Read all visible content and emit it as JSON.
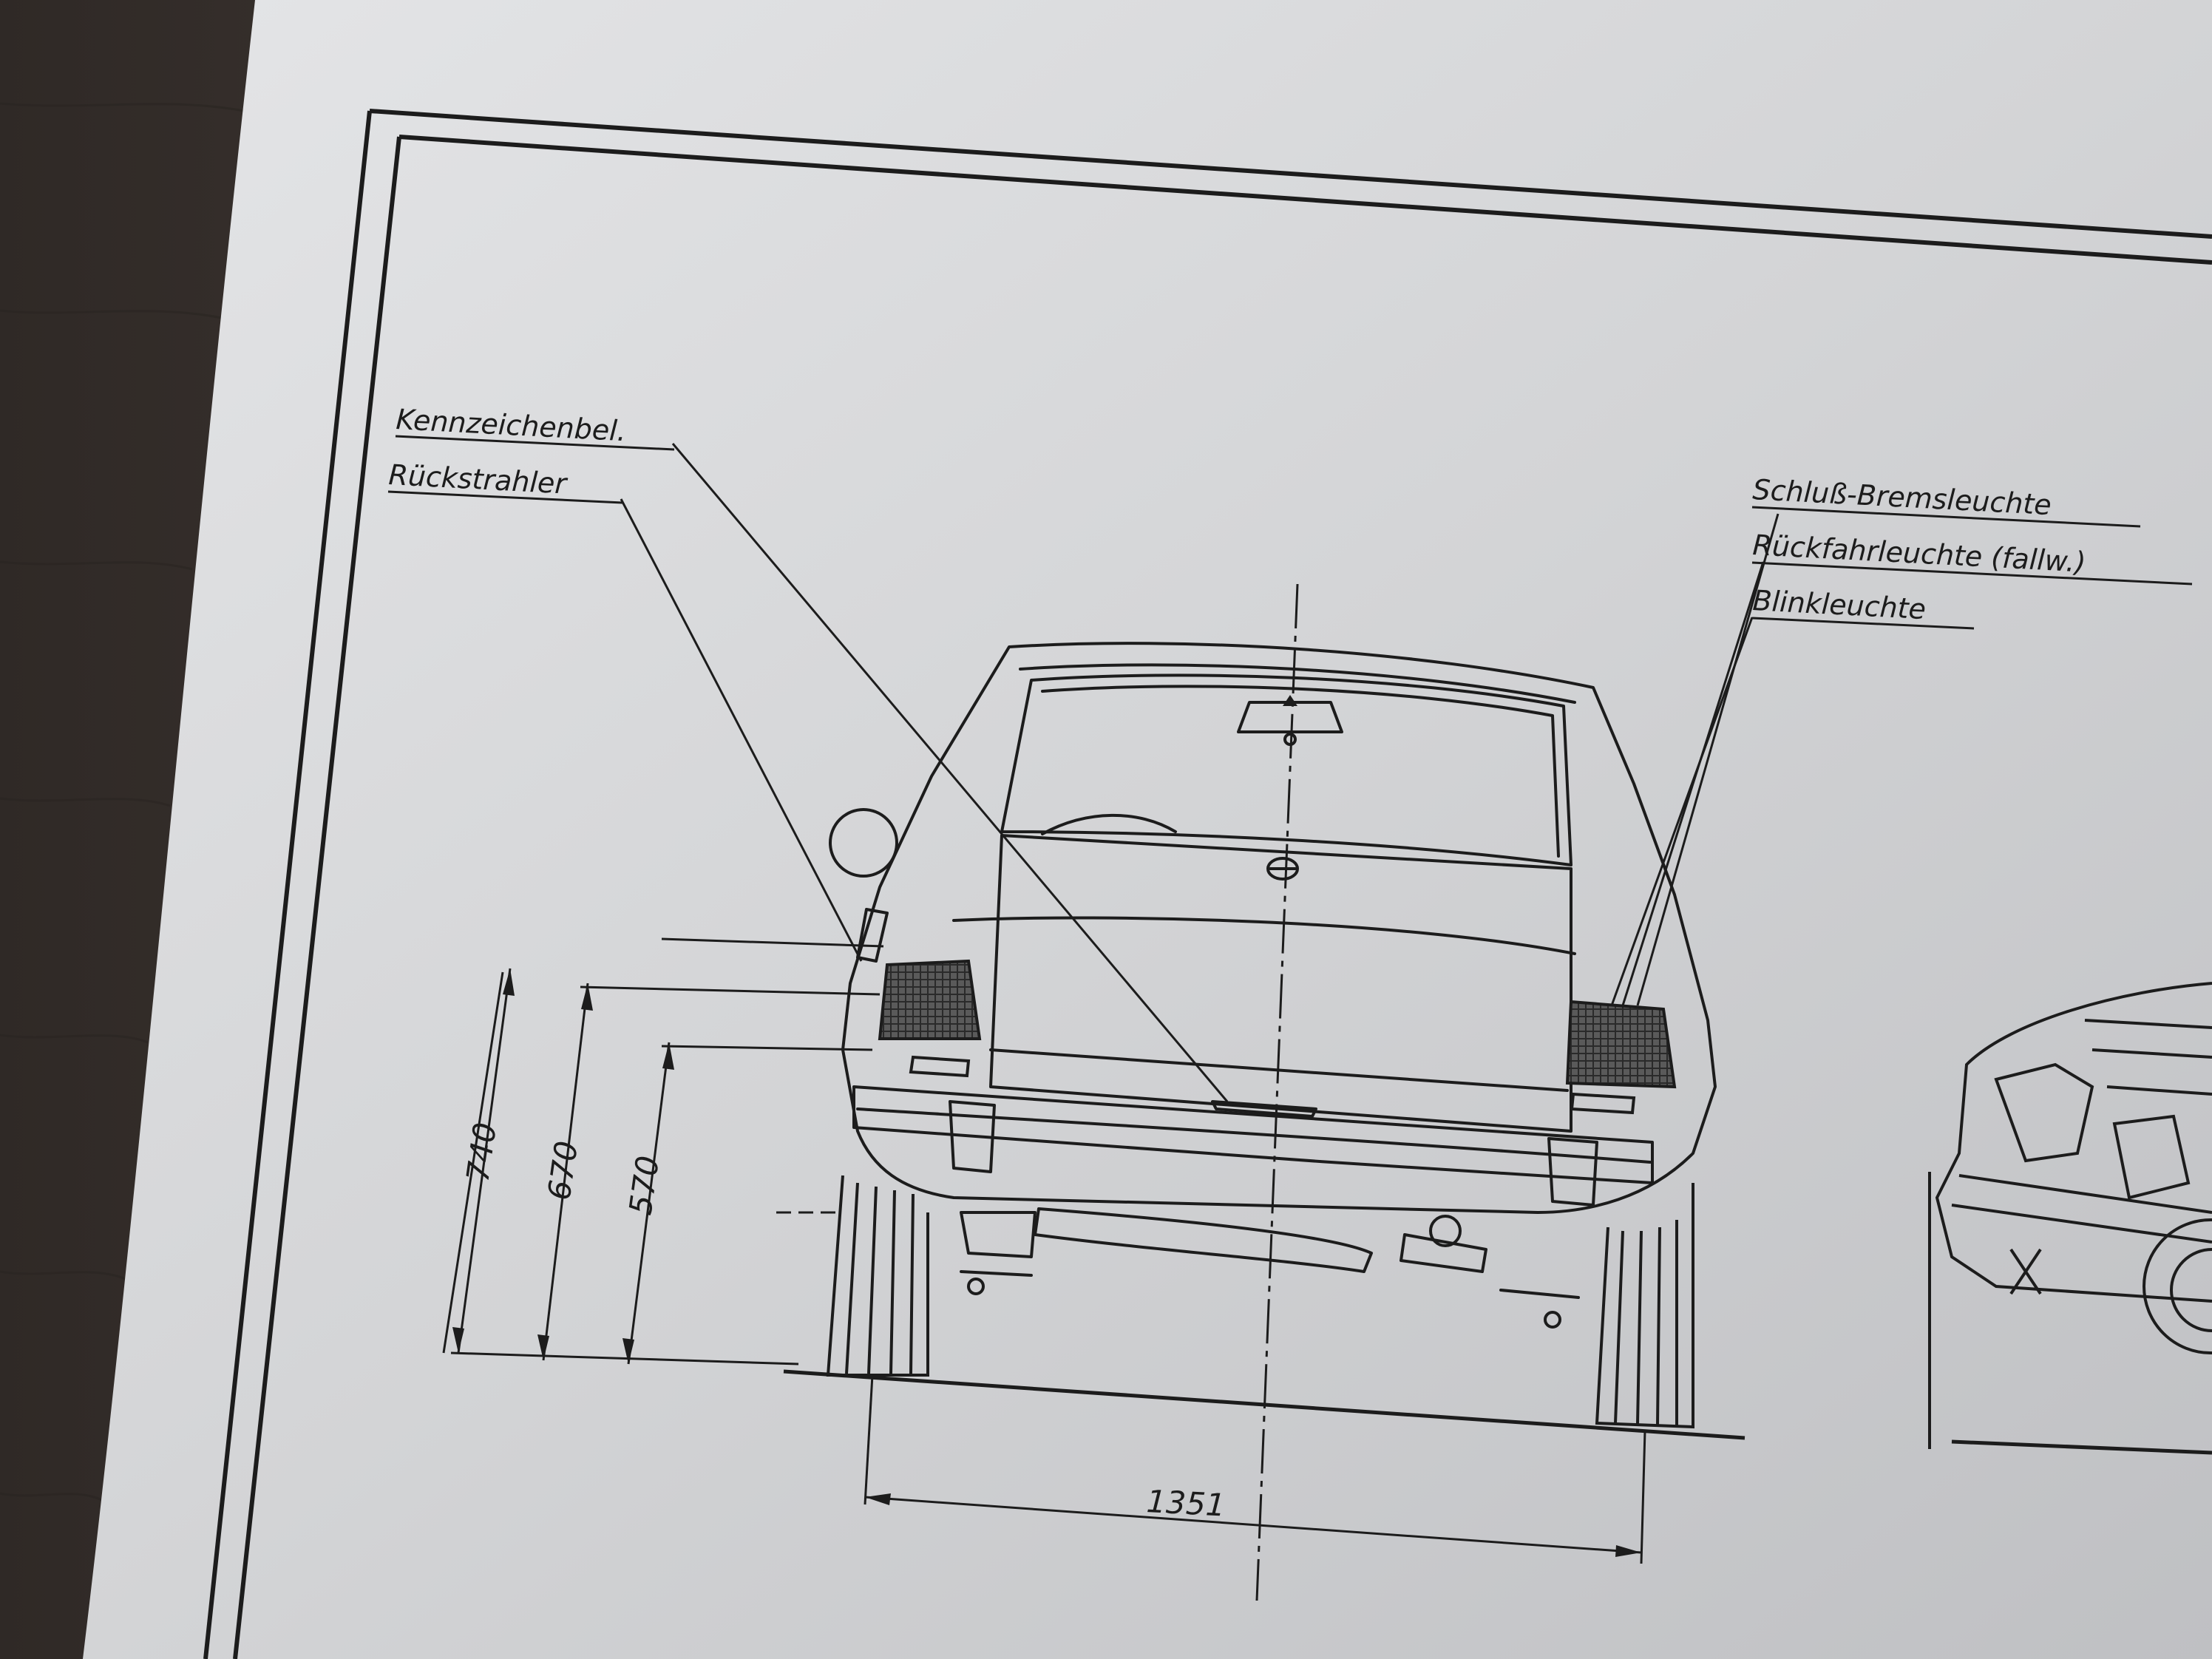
{
  "labels": {
    "license_light": "Kennzeichenbel.",
    "reflector": "Rückstrahler",
    "tail_brake_light": "Schluß-Bremsleuchte",
    "reversing_light": "Rückfahrleuchte (fallw.)",
    "turn_signal": "Blinkleuchte"
  },
  "dimensions": {
    "height_740": "740",
    "height_670": "670",
    "height_570": "570",
    "track_width": "1351"
  },
  "colors": {
    "table": "#3b3431",
    "paper": "#d6d7d9",
    "ink": "#1c1c1c"
  }
}
